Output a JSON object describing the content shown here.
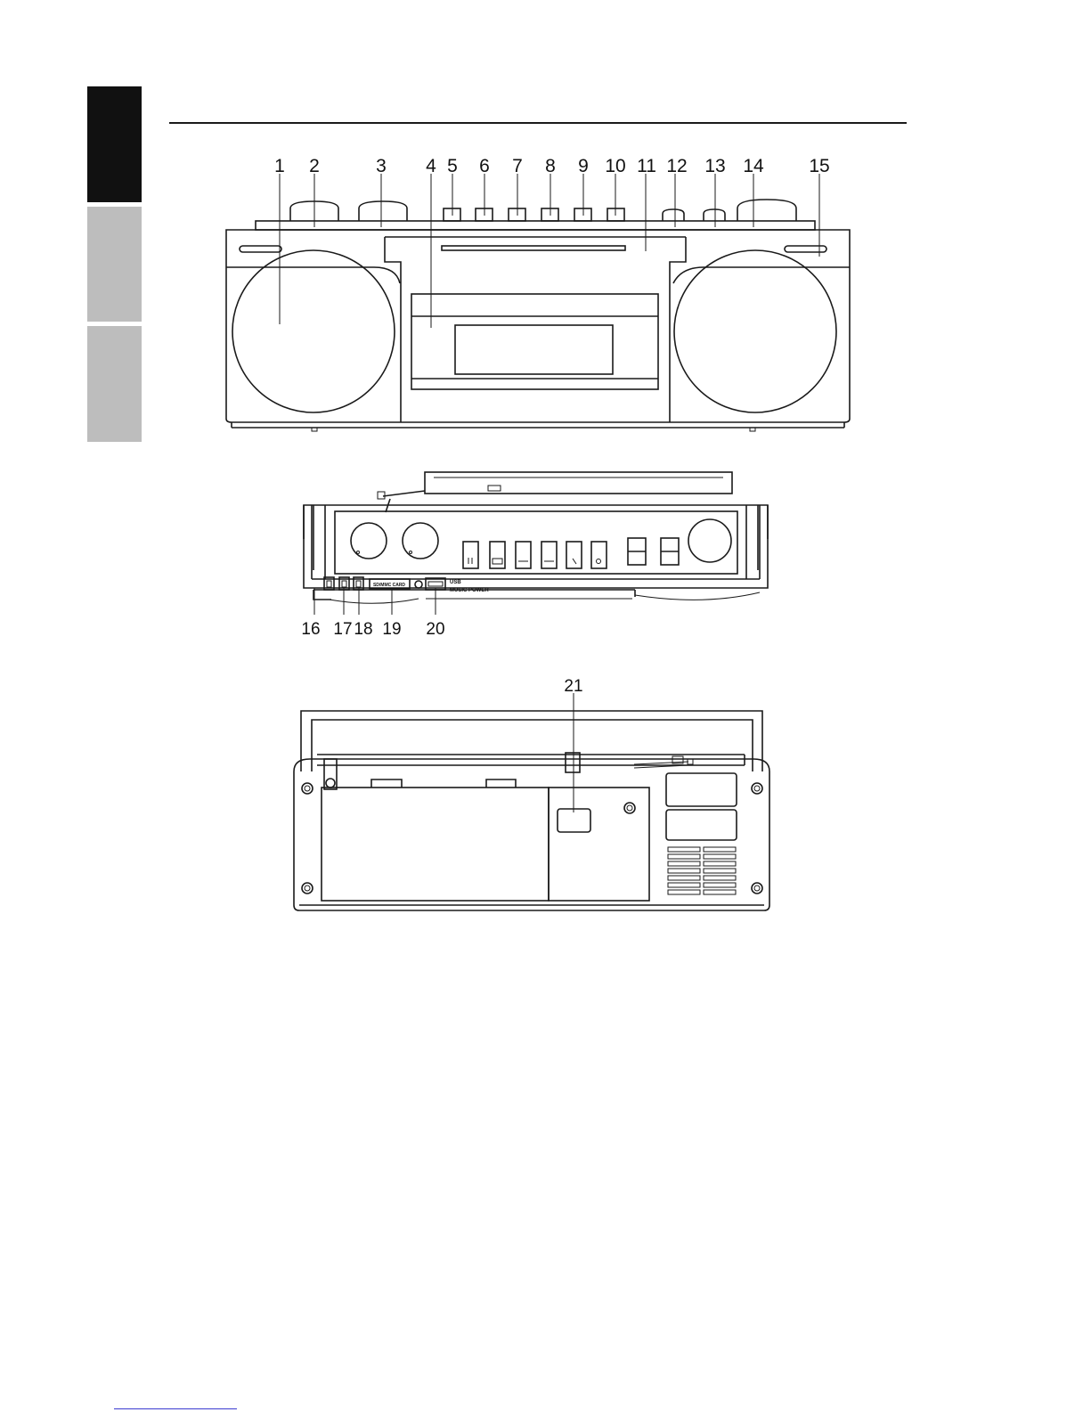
{
  "side_tabs": [
    {
      "state": "active",
      "color": "#111111"
    },
    {
      "state": "inactive",
      "color": "#bdbdbd"
    },
    {
      "state": "inactive",
      "color": "#bdbdbd"
    }
  ],
  "front_view": {
    "callouts": [
      "1",
      "2",
      "3",
      "4",
      "5",
      "6",
      "7",
      "8",
      "9",
      "10",
      "11",
      "12",
      "13",
      "14",
      "15"
    ]
  },
  "top_view": {
    "callouts": [
      "16",
      "17",
      "18",
      "19",
      "20"
    ],
    "panel_labels": {
      "card_slot": "SD/MMC CARD",
      "usb": "USB",
      "music_power": "MUSIC POWER"
    }
  },
  "back_view": {
    "callouts": [
      "21"
    ]
  }
}
